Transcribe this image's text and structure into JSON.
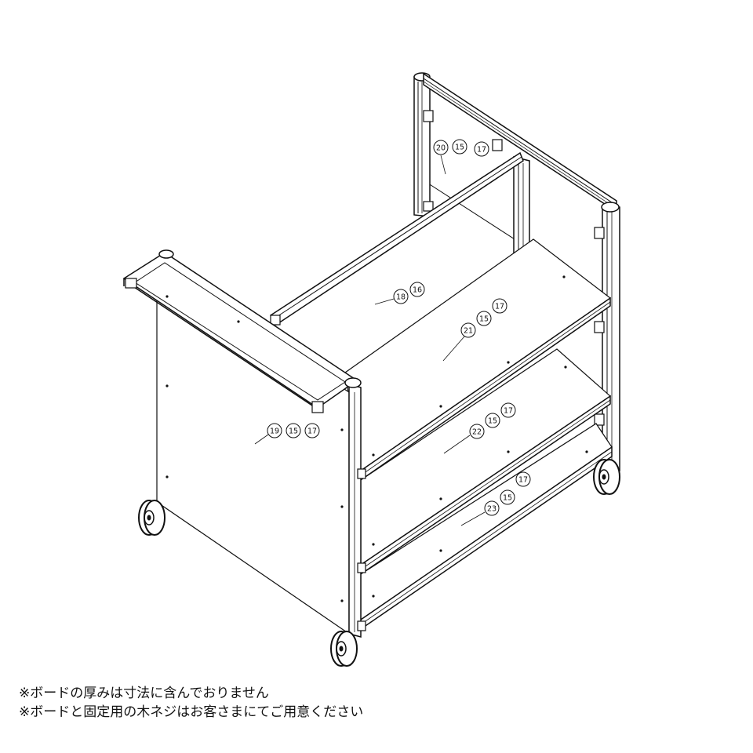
{
  "diagram": {
    "type": "assembly-drawing",
    "callout_groups": [
      [
        "20",
        "15",
        "17"
      ],
      [
        "18",
        "16"
      ],
      [
        "21",
        "15",
        "17"
      ],
      [
        "19",
        "15",
        "17"
      ],
      [
        "22",
        "15",
        "17"
      ],
      [
        "23",
        "15",
        "17"
      ]
    ]
  },
  "notes": [
    "※ボードの厚みは寸法に含んでおりません",
    "※ボードと固定用の木ネジはお客さまにてご用意ください"
  ]
}
